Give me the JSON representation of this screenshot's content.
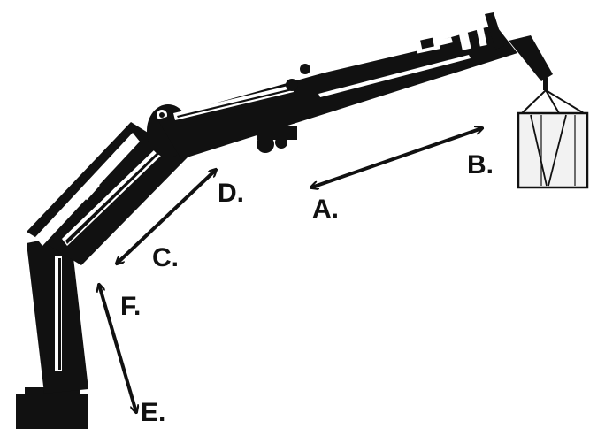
{
  "colors": {
    "ink": "#111111",
    "paper": "#ffffff",
    "load": "#f2f2f2"
  },
  "labels": {
    "a": "A.",
    "b": "B.",
    "c": "C.",
    "d": "D.",
    "e": "E.",
    "f": "F."
  }
}
